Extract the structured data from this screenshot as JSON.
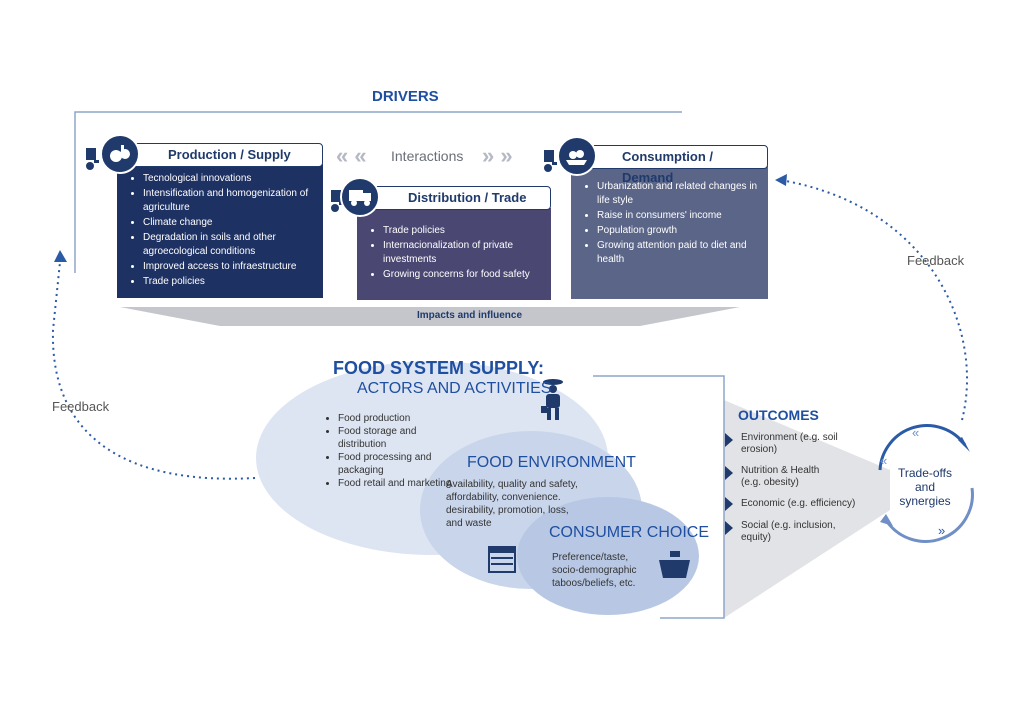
{
  "drivers": {
    "title": "DRIVERS",
    "interactions": "Interactions",
    "impacts": "Impacts and influence",
    "production": {
      "title": "Production / Supply",
      "items": [
        "Tecnological innovations",
        "Intensification and homogenization of agriculture",
        "Climate change",
        "Degradation in soils and other agroecological conditions",
        "Improved access to infraestructure",
        "Trade policies"
      ]
    },
    "distribution": {
      "title": "Distribution / Trade",
      "items": [
        "Trade policies",
        "Internacionalization of private investments",
        "Growing concerns for food safety"
      ]
    },
    "consumption": {
      "title": "Consumption / Demand",
      "items": [
        "Urbanization and related changes in life style",
        "Raise in consumers' income",
        "Population growth",
        "Growing attention paid to diet and health"
      ]
    }
  },
  "supply": {
    "title1": "FOOD SYSTEM SUPPLY:",
    "title2": "ACTORS AND ACTIVITIES",
    "items": [
      "Food production",
      "Food storage and distribution",
      "Food processing and packaging",
      "Food retail and marketing"
    ]
  },
  "environment": {
    "title": "FOOD ENVIRONMENT",
    "text": "Availability, quality and safety, affordability, convenience. desirability, promotion, loss, and waste"
  },
  "consumer": {
    "title": "CONSUMER CHOICE",
    "text": "Preference/taste, socio-demographic taboos/beliefs, etc."
  },
  "outcomes": {
    "title": "OUTCOMES",
    "items": [
      "Environment (e.g. soil erosion)",
      "Nutrition & Health (e.g. obesity)",
      "Economic (e.g. efficiency)",
      "Social (e.g. inclusion, equity)"
    ]
  },
  "tradeoffs": "Trade-offs and synergies",
  "feedback_left": "Feedback",
  "feedback_right": "Feedback",
  "colors": {
    "navy": "#1f3a6b",
    "production_bg": "#1e3163",
    "distribution_bg": "#4a4772",
    "consumption_bg": "#5b6587",
    "title_blue": "#1f4fa0",
    "oval1": "#dde5f2",
    "oval2": "#c9d5ea",
    "oval3": "#b8c8e4"
  }
}
